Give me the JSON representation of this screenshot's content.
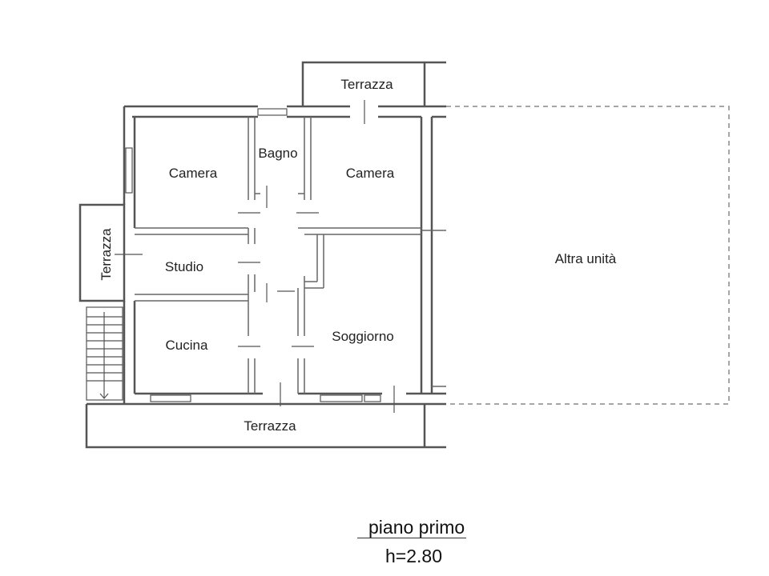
{
  "rooms": {
    "terrace_top": "Terrazza",
    "terrace_left": "Terrazza",
    "terrace_bottom": "Terrazza",
    "bedroom_1": "Camera",
    "bathroom": "Bagno",
    "bedroom_2": "Camera",
    "study": "Studio",
    "kitchen": "Cucina",
    "living_room": "Soggiorno",
    "other_unit": "Altra unità"
  },
  "floor": {
    "name": "piano primo",
    "height": "h=2.80"
  },
  "colors": {
    "walls": "#555555",
    "text": "#222222"
  }
}
